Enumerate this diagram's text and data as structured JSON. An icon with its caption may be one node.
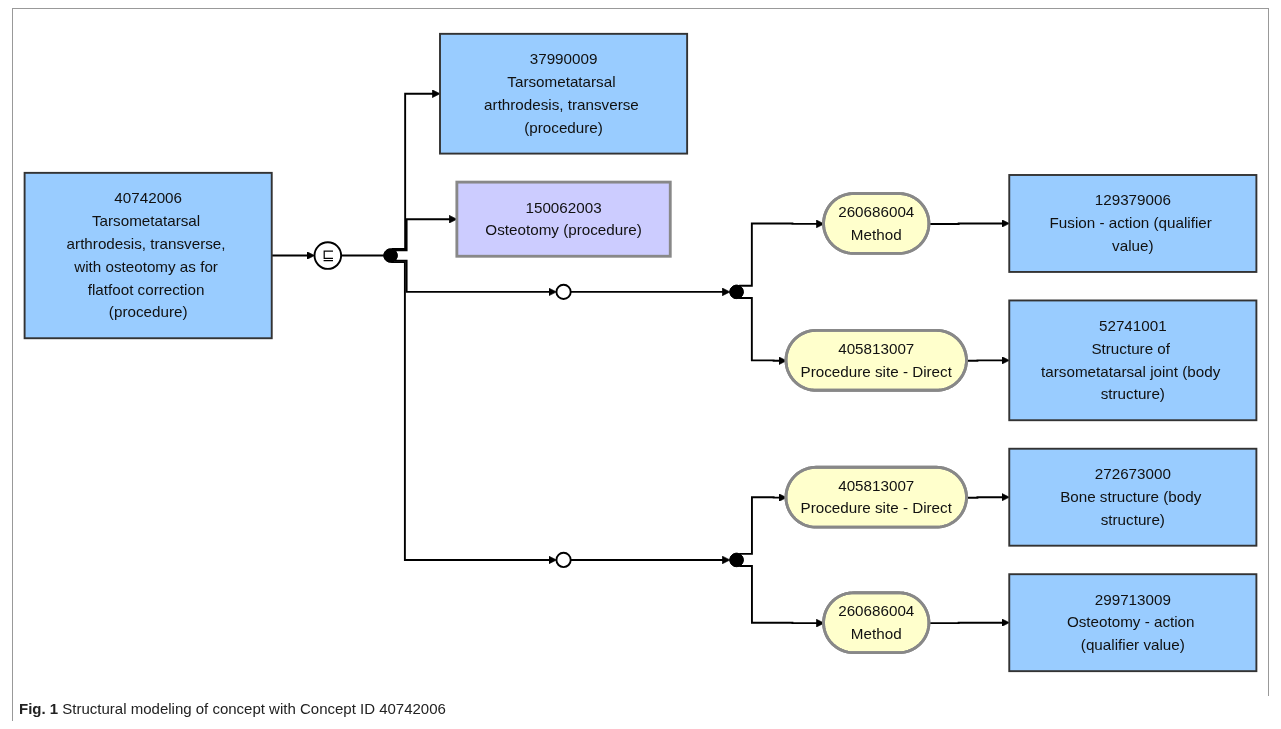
{
  "diagram": {
    "caption": "**Fig. 1** Structural modeling of concept with Concept ID 40742006",
    "nodes": [
      {
        "text": [
          "40742006",
          "Tarsometatarsal arthrodesis, transverse, with osteotomy as for flatfoot correction (procedure)"
        ]
      },
      {
        "text": [
          "⊑"
        ]
      },
      {
        "text": [],
        "shape": "dot"
      },
      {
        "text": [
          "37990009",
          "Tarsometatarsal arthrodesis, transverse (procedure)"
        ]
      },
      {
        "text": [
          "150062003",
          "Osteotomy (procedure)"
        ]
      },
      {
        "text": [],
        "shape": "circle"
      },
      {
        "text": [],
        "shape": "dot"
      },
      {
        "text": [
          "260686004",
          "Method"
        ]
      },
      {
        "text": [
          "129379006",
          "Fusion - action (qualifier value)"
        ]
      },
      {
        "text": [
          "405813007",
          "Procedure site - Direct"
        ]
      },
      {
        "text": [
          "52741001",
          "Structure of tarsometatarsal joint (body structure)"
        ]
      },
      {
        "text": [],
        "shape": "circle"
      },
      {
        "text": [],
        "shape": "dot"
      },
      {
        "text": [
          "405813007",
          "Procedure site - Direct"
        ]
      },
      {
        "text": [
          "272673000",
          "Bone structure (body structure)"
        ]
      },
      {
        "text": [
          "260686004",
          "Method"
        ]
      },
      {
        "text": [
          "299713009",
          "Osteotomy - action (qualifier value)"
        ]
      }
    ],
    "edges": [
      {
        "from": 0,
        "to": 1,
        "arrow": "to"
      },
      {
        "from": 1,
        "to": 2,
        "arrow": "none"
      },
      {
        "from": 2,
        "to": 3,
        "arrow": "to"
      },
      {
        "from": 2,
        "to": 4,
        "arrow": "to"
      },
      {
        "from": 2,
        "to": 5,
        "arrow": "to"
      },
      {
        "from": 2,
        "to": 11,
        "arrow": "to"
      },
      {
        "from": 5,
        "to": 6,
        "arrow": "to"
      },
      {
        "from": 6,
        "to": 7,
        "arrow": "to"
      },
      {
        "from": 6,
        "to": 9,
        "arrow": "to"
      },
      {
        "from": 7,
        "to": 8,
        "arrow": "to"
      },
      {
        "from": 9,
        "to": 10,
        "arrow": "to"
      },
      {
        "from": 11,
        "to": 12,
        "arrow": "to"
      },
      {
        "from": 12,
        "to": 13,
        "arrow": "to"
      },
      {
        "from": 12,
        "to": 15,
        "arrow": "to"
      },
      {
        "from": 13,
        "to": 14,
        "arrow": "to"
      },
      {
        "from": 15,
        "to": 16,
        "arrow": "to"
      }
    ]
  }
}
